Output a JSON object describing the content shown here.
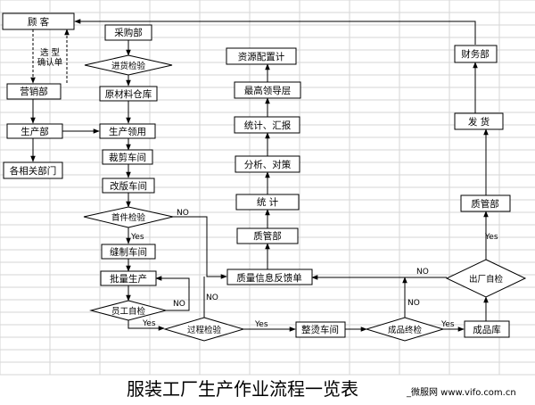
{
  "nodes": {
    "customer": "顾    客",
    "purchasing": "采购部",
    "incoming_inspection": "进货检验",
    "raw_material_store": "原材料仓库",
    "marketing": "营销部",
    "production_dept": "生产部",
    "production_requisition": "生产领用",
    "related_depts": "各相关部门",
    "cutting_workshop": "裁剪车间",
    "revision_workshop": "改版车间",
    "first_piece_inspection": "首件检验",
    "sewing_workshop": "缝制车间",
    "mass_production": "批量生产",
    "self_inspection": "员工自检",
    "process_inspection": "过程检验",
    "ironing_workshop": "整烫车间",
    "final_inspection": "成品终检",
    "finished_goods_store": "成品库",
    "outgoing_inspection": "出厂自检",
    "qa_dept_right": "质管部",
    "shipping": "发    货",
    "finance": "财务部",
    "quality_feedback": "质量信息反馈单",
    "qa_dept_mid": "质管部",
    "statistics": "统    计",
    "analysis": "分析、对策",
    "stats_summary": "统计、汇报",
    "top_leadership": "最高领导层",
    "resource_allocation": "资源配置计",
    "style_order_line1": "选    型",
    "style_order_line2": "确认单"
  },
  "edge_labels": {
    "yes": "Yes",
    "no": "NO"
  },
  "footer": {
    "title": "服装工厂生产作业流程一览表",
    "site": "_微服网 www.vifo.com.cn"
  }
}
